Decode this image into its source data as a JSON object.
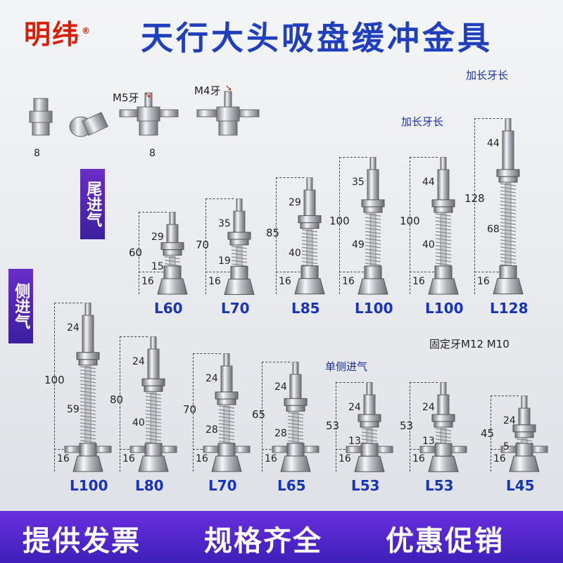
{
  "header": {
    "brand": "明纬",
    "registered_mark": "®",
    "title": "天行大头吸盘缓冲金具"
  },
  "top_parts": {
    "dim_left": "8",
    "dim_right": "8",
    "thread_m5": "M5牙",
    "thread_m4": "M4牙"
  },
  "notes": {
    "extended_thread_1": "加长牙长",
    "extended_thread_2": "加长牙长",
    "fixed_thread": "固定牙M12 M10",
    "single_side_inlet": "单侧进气"
  },
  "tags": {
    "tail_inlet": "尾进气",
    "side_inlet": "侧进气"
  },
  "tail_row": [
    {
      "label": "L60",
      "total": "60",
      "top": "29",
      "spring": "15",
      "bottom": "16"
    },
    {
      "label": "L70",
      "total": "70",
      "top": "35",
      "spring": "19",
      "bottom": "16"
    },
    {
      "label": "L85",
      "total": "85",
      "top": "29",
      "spring": "40",
      "bottom": "16"
    },
    {
      "label": "L100",
      "total": "100",
      "top": "35",
      "spring": "49",
      "bottom": "16"
    },
    {
      "label": "L100",
      "total": "100",
      "top": "44",
      "spring": "40",
      "bottom": "16"
    },
    {
      "label": "L128",
      "total": "128",
      "top": "44",
      "spring": "68",
      "bottom": "16"
    }
  ],
  "side_row": [
    {
      "label": "L100",
      "total": "100",
      "top": "24",
      "spring": "59",
      "bottom": "16"
    },
    {
      "label": "L80",
      "total": "80",
      "top": "24",
      "spring": "40",
      "bottom": "16"
    },
    {
      "label": "L70",
      "total": "70",
      "top": "24",
      "spring": "28",
      "bottom": "16"
    },
    {
      "label": "L65",
      "total": "65",
      "top": "24",
      "spring": "28",
      "bottom": "16"
    },
    {
      "label": "L53",
      "total": "53",
      "top": "24",
      "spring": "13",
      "bottom": "16"
    },
    {
      "label": "L53",
      "total": "53",
      "top": "24",
      "spring": "13",
      "bottom": "16"
    },
    {
      "label": "L45",
      "total": "45",
      "top": "24",
      "spring": "5",
      "bottom": "16"
    }
  ],
  "footer": {
    "slogan_1": "提供发票",
    "slogan_2": "规格齐全",
    "slogan_3": "优惠促销"
  },
  "colors": {
    "brand_red": "#d81e06",
    "title_blue": "#1f3fbf",
    "label_blue": "#1733b8",
    "footer_purple": "#4a22c4"
  }
}
